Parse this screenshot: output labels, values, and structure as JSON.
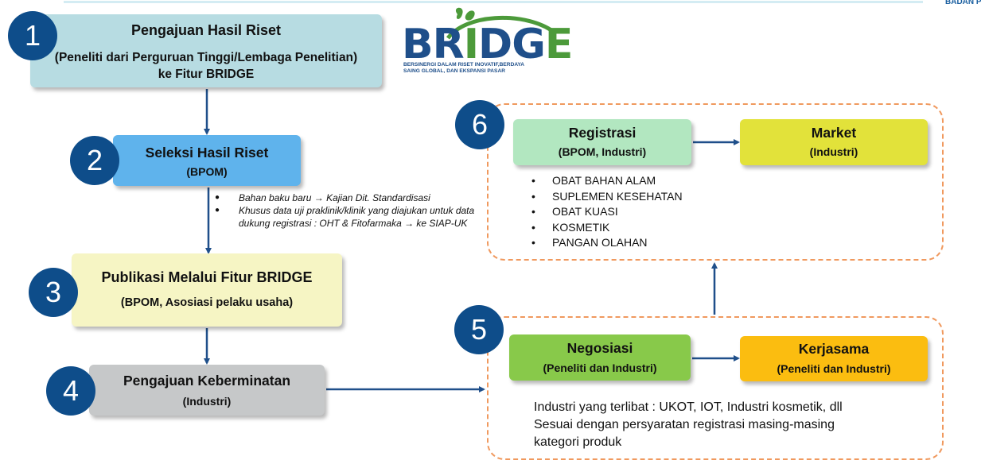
{
  "header": {
    "brand_corner": "BADAN POM"
  },
  "logo": {
    "word_pre": "BR",
    "word_i": "I",
    "word_mid": "DG",
    "word_post": "E",
    "tagline_1": "BERSINERGI DALAM RISET INOVATIF,BERDAYA",
    "tagline_2": "SAING GLOBAL, DAN EKSPANSI PASAR",
    "colors": {
      "blue": "#1f4f8a",
      "green": "#4c9a3a"
    }
  },
  "steps": {
    "s1": {
      "number": "1",
      "title": "Pengajuan Hasil Riset",
      "subtitle": "(Peneliti dari Perguruan Tinggi/Lembaga Penelitian) ke Fitur BRIDGE"
    },
    "s2": {
      "number": "2",
      "title": "Seleksi Hasil Riset",
      "subtitle": "(BPOM)"
    },
    "s3": {
      "number": "3",
      "title": "Publikasi Melalui Fitur BRIDGE",
      "subtitle": "(BPOM, Asosiasi pelaku usaha)"
    },
    "s4": {
      "number": "4",
      "title": "Pengajuan Keberminatan",
      "subtitle": "(Industri)"
    },
    "s5": {
      "number": "5",
      "negosiasi": {
        "title": "Negosiasi",
        "subtitle": "(Peneliti dan Industri)"
      },
      "kerjasama": {
        "title": "Kerjasama",
        "subtitle": "(Peneliti dan Industri)"
      },
      "info": [
        "Industri yang terlibat : UKOT, IOT, Industri kosmetik, dll",
        "Sesuai dengan persyaratan  registrasi masing-masing",
        "kategori produk"
      ]
    },
    "s6": {
      "number": "6",
      "registrasi": {
        "title": "Registrasi",
        "subtitle": "(BPOM, Industri)"
      },
      "market": {
        "title": "Market",
        "subtitle": "(Industri)"
      },
      "products": [
        "OBAT BAHAN ALAM",
        "SUPLEMEN KESEHATAN",
        "OBAT KUASI",
        "KOSMETIK",
        "PANGAN OLAHAN"
      ]
    }
  },
  "notes": [
    "Bahan baku baru → Kajian Dit. Standardisasi",
    "Khusus data uji praklinik/klinik yang diajukan untuk data dukung registrasi : OHT & Fitofarmaka → ke SIAP-UK"
  ],
  "colors": {
    "circle": "#0e4d8a",
    "arrow": "#1f4f8a",
    "dashed_border": "#f0995e",
    "box1": "#b7dce2",
    "box2": "#5fb3ec",
    "box3": "#f6f5c4",
    "box4": "#c6c8c9",
    "registrasi": "#b2e7c0",
    "market": "#e2e23a",
    "negosiasi": "#88c94a",
    "kerjasama": "#fbbd10"
  }
}
